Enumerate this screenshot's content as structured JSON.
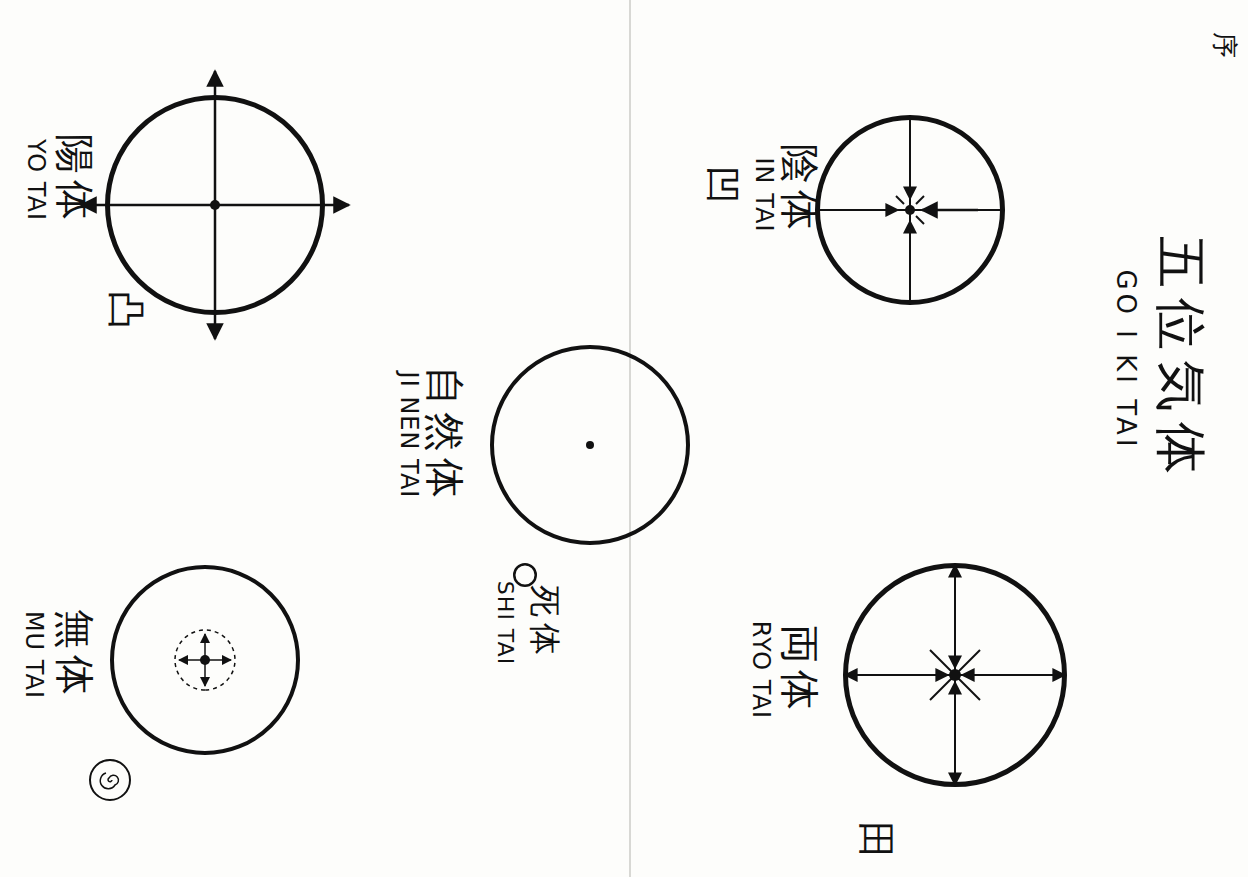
{
  "diagram": {
    "title": "五位気体",
    "nodes": [
      {
        "text": [
          "陰体",
          "IN TAI"
        ]
      },
      {
        "text": [
          "両体",
          "RYO TAI"
        ]
      },
      {
        "text": [
          "自然体",
          "JI NEN TAI"
        ]
      },
      {
        "text": [
          "死体",
          "SHI TAI"
        ]
      },
      {
        "text": [
          "陽体",
          "YO TAI"
        ]
      },
      {
        "text": [
          "無体",
          "MU TAI"
        ]
      }
    ],
    "labels": [
      "序",
      "GO I KI TAI",
      "凹",
      "田",
      "凸"
    ]
  }
}
